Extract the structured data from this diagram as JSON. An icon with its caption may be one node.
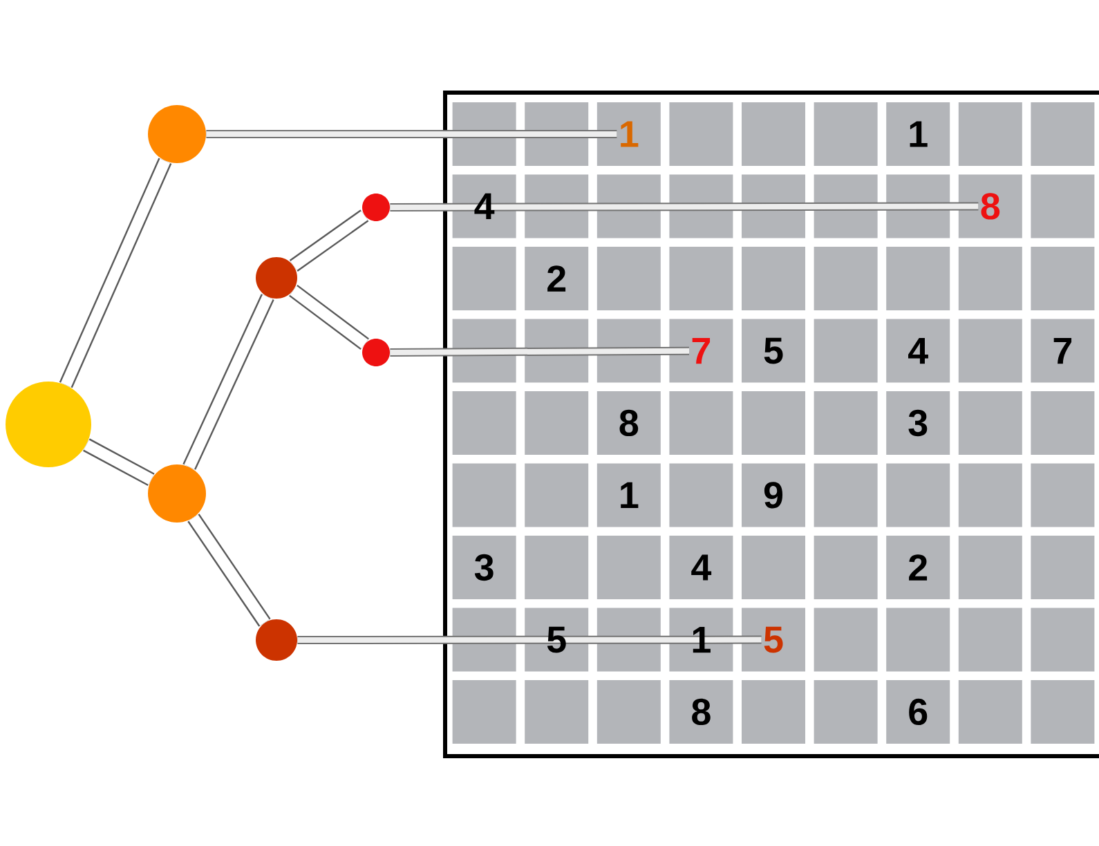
{
  "diagram": {
    "nodes": [
      {
        "text": [],
        "shape": "circle"
      },
      {
        "text": [],
        "shape": "circle"
      },
      {
        "text": [],
        "shape": "circle"
      },
      {
        "text": [],
        "shape": "circle"
      },
      {
        "text": [],
        "shape": "circle"
      },
      {
        "text": [],
        "shape": "circle"
      },
      {
        "text": [],
        "shape": "circle"
      },
      {
        "text": [
          "1"
        ]
      },
      {
        "text": [
          "8"
        ]
      },
      {
        "text": [
          "7"
        ]
      },
      {
        "text": [
          "5"
        ]
      }
    ],
    "edges": [
      {
        "from": 0,
        "to": 1,
        "arrow": "none"
      },
      {
        "from": 0,
        "to": 2,
        "arrow": "none"
      },
      {
        "from": 2,
        "to": 3,
        "arrow": "none"
      },
      {
        "from": 3,
        "to": 4,
        "arrow": "none"
      },
      {
        "from": 3,
        "to": 5,
        "arrow": "none"
      },
      {
        "from": 2,
        "to": 6,
        "arrow": "none"
      },
      {
        "from": 1,
        "to": 7,
        "arrow": "none"
      },
      {
        "from": 4,
        "to": 8,
        "arrow": "none"
      },
      {
        "from": 5,
        "to": 9,
        "arrow": "none"
      },
      {
        "from": 6,
        "to": 10,
        "arrow": "none"
      }
    ],
    "labels": [
      "1",
      "4",
      "2",
      "5",
      "4",
      "7",
      "8",
      "3",
      "1",
      "9",
      "3",
      "4",
      "2",
      "5",
      "1",
      "8",
      "6"
    ]
  }
}
